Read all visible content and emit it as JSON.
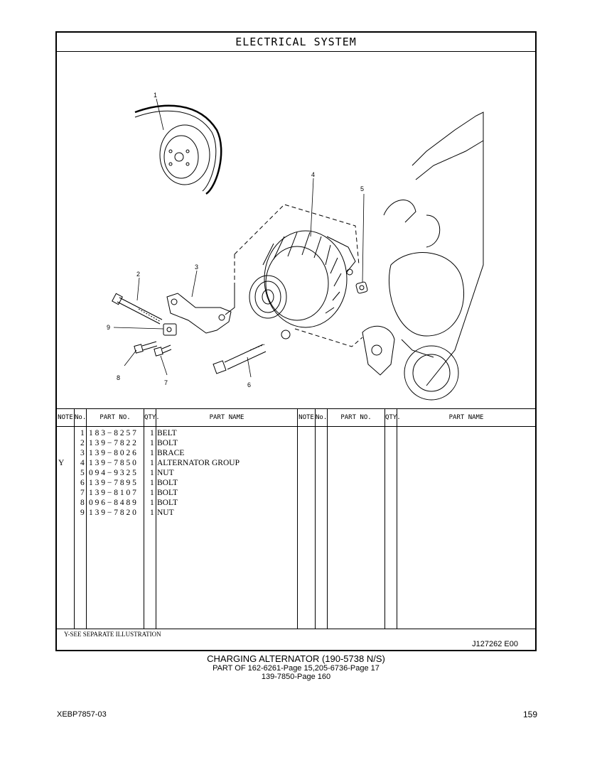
{
  "header": {
    "title": "ELECTRICAL SYSTEM"
  },
  "illustration": {
    "callouts": [
      "1",
      "2",
      "3",
      "4",
      "5",
      "6",
      "7",
      "8",
      "9"
    ]
  },
  "table": {
    "columns": [
      "NOTE",
      "No.",
      "PART NO.",
      "QTY.",
      "PART NAME"
    ],
    "rows": [
      {
        "note": "",
        "no": "1",
        "part_no": "1 8 3 − 8 2 5 7",
        "qty": "1",
        "name": "BELT"
      },
      {
        "note": "",
        "no": "2",
        "part_no": "1 3 9 − 7 8 2 2",
        "qty": "1",
        "name": "BOLT"
      },
      {
        "note": "",
        "no": "3",
        "part_no": "1 3 9 − 8 0 2 6",
        "qty": "1",
        "name": "BRACE"
      },
      {
        "note": "Y",
        "no": "4",
        "part_no": "1 3 9 − 7 8 5 0",
        "qty": "1",
        "name": "ALTERNATOR GROUP"
      },
      {
        "note": "",
        "no": "5",
        "part_no": "0 9 4 − 9 3 2 5",
        "qty": "1",
        "name": "NUT"
      },
      {
        "note": "",
        "no": "6",
        "part_no": "1 3 9 − 7 8 9 5",
        "qty": "1",
        "name": "BOLT"
      },
      {
        "note": "",
        "no": "7",
        "part_no": "1 3 9 − 8 1 0 7",
        "qty": "1",
        "name": "BOLT"
      },
      {
        "note": "",
        "no": "8",
        "part_no": "0 9 6 − 8 4 8 9",
        "qty": "1",
        "name": "BOLT"
      },
      {
        "note": "",
        "no": "9",
        "part_no": "1 3 9 − 7 8 2 0",
        "qty": "1",
        "name": "NUT"
      }
    ]
  },
  "footer": {
    "note": "Y-SEE SEPARATE ILLUSTRATION",
    "ref": "J127262  E00"
  },
  "caption": {
    "line1": "CHARGING ALTERNATOR (190-5738 N/S)",
    "line2": "PART OF 162-6261-Page 15,205-6736-Page 17",
    "line3": "139-7850-Page 160"
  },
  "page": {
    "doc_id": "XEBP7857-03",
    "number": "159"
  }
}
